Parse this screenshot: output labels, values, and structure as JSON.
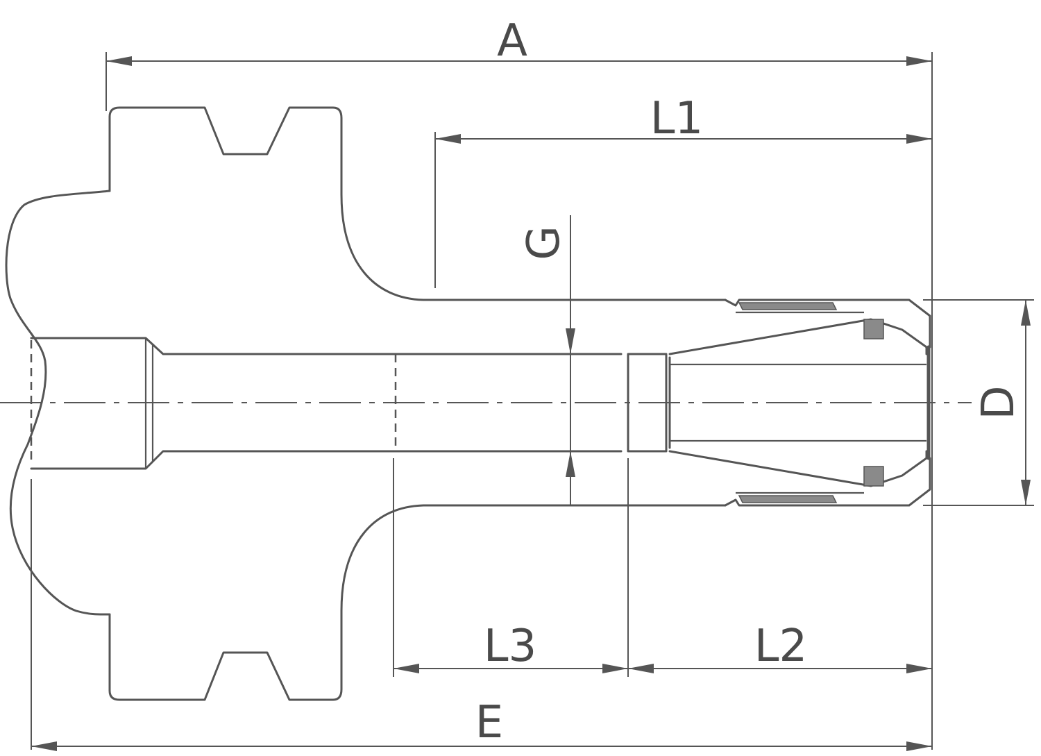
{
  "labels": {
    "A": "A",
    "L1": "L1",
    "G": "G",
    "D": "D",
    "L3": "L3",
    "L2": "L2",
    "E": "E"
  }
}
